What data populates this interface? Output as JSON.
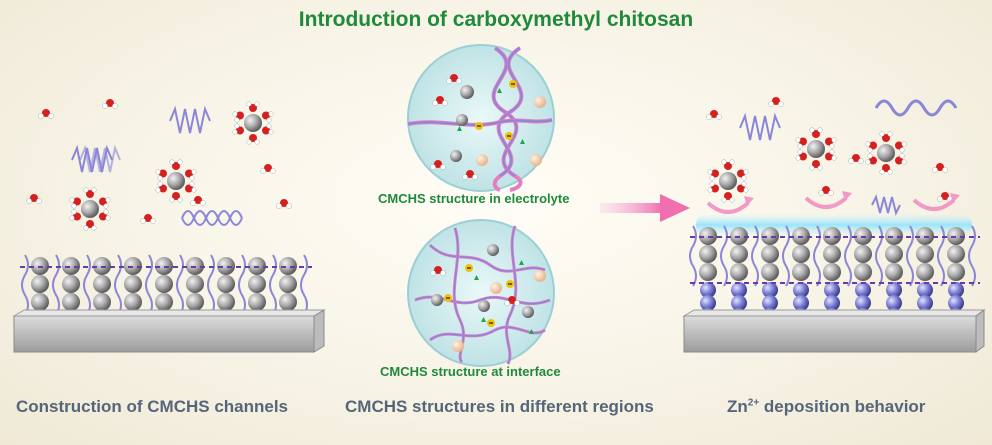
{
  "title": "Introduction of carboxymethyl chitosan",
  "center": {
    "top_label": "CMCHS structure in electrolyte",
    "bottom_label": "CMCHS structure at interface"
  },
  "captions": {
    "left": "Construction of CMCHS channels",
    "middle": "CMCHS structures in different regions",
    "right_pre": "Zn",
    "right_sup": "2+",
    "right_post": " deposition behavior"
  },
  "colors": {
    "title_green": "#1f8a3b",
    "caption_gray": "#55667a",
    "zinc_gray": "#9a9a9a",
    "zn_deposit_blue": "#6b6fc9",
    "polymer_purple": "#8a86d8",
    "arrow_pink": "#f28fbd"
  }
}
